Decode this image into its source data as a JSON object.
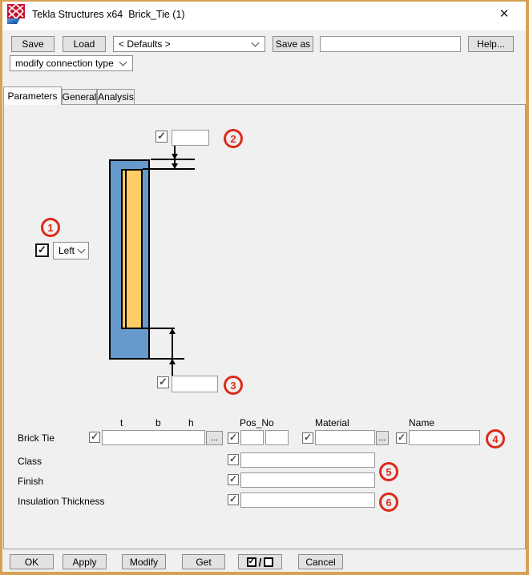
{
  "window": {
    "title": "Tekla Structures x64  Brick_Tie (1)"
  },
  "icons": {
    "check": "✓",
    "close": "✕"
  },
  "toolbar": {
    "save": "Save",
    "load": "Load",
    "settings_dropdown": {
      "value": "< Defaults >"
    },
    "save_as": "Save as",
    "save_as_input": {
      "value": ""
    },
    "help": "Help...",
    "connection_type_dropdown": {
      "value": "modify connection type"
    }
  },
  "tabs": [
    {
      "label": "Parameters",
      "active": true
    },
    {
      "label": "General",
      "active": false
    },
    {
      "label": "Analysis",
      "active": false
    }
  ],
  "diagram": {
    "callout_1": "1",
    "callout_2": "2",
    "callout_3": "3",
    "position_checkbox_checked": true,
    "position_dropdown": {
      "value": "Left"
    },
    "top_offset": {
      "checked": true,
      "value": ""
    },
    "bottom_offset": {
      "checked": true,
      "value": ""
    },
    "wall_color": "#6699CC",
    "tie_color": "#FFCC66"
  },
  "form": {
    "column_headers": {
      "t": "t",
      "b": "b",
      "h": "h",
      "pos_no": "Pos_No",
      "material": "Material",
      "name": "Name"
    },
    "brick_tie": {
      "label": "Brick Tie",
      "checked": true,
      "tbh_value": "",
      "browse": "...",
      "pos_checked": true,
      "pos1_value": "",
      "pos2_value": "",
      "material_checked": true,
      "material_value": "",
      "material_browse": "...",
      "name_checked": true,
      "name_value": "",
      "callout": "4"
    },
    "class": {
      "label": "Class",
      "checked": true,
      "value": "",
      "callout": "5"
    },
    "finish": {
      "label": "Finish",
      "checked": true,
      "value": ""
    },
    "insulation": {
      "label": "Insulation Thickness",
      "checked": true,
      "value": "",
      "callout": "6"
    }
  },
  "footer": {
    "ok": "OK",
    "apply": "Apply",
    "modify": "Modify",
    "get": "Get",
    "toggle_separator": "/",
    "cancel": "Cancel"
  },
  "colors": {
    "frame": "#D6A155",
    "dialog_bg": "#F0F0F0",
    "callout_red": "#DD2A1B"
  }
}
